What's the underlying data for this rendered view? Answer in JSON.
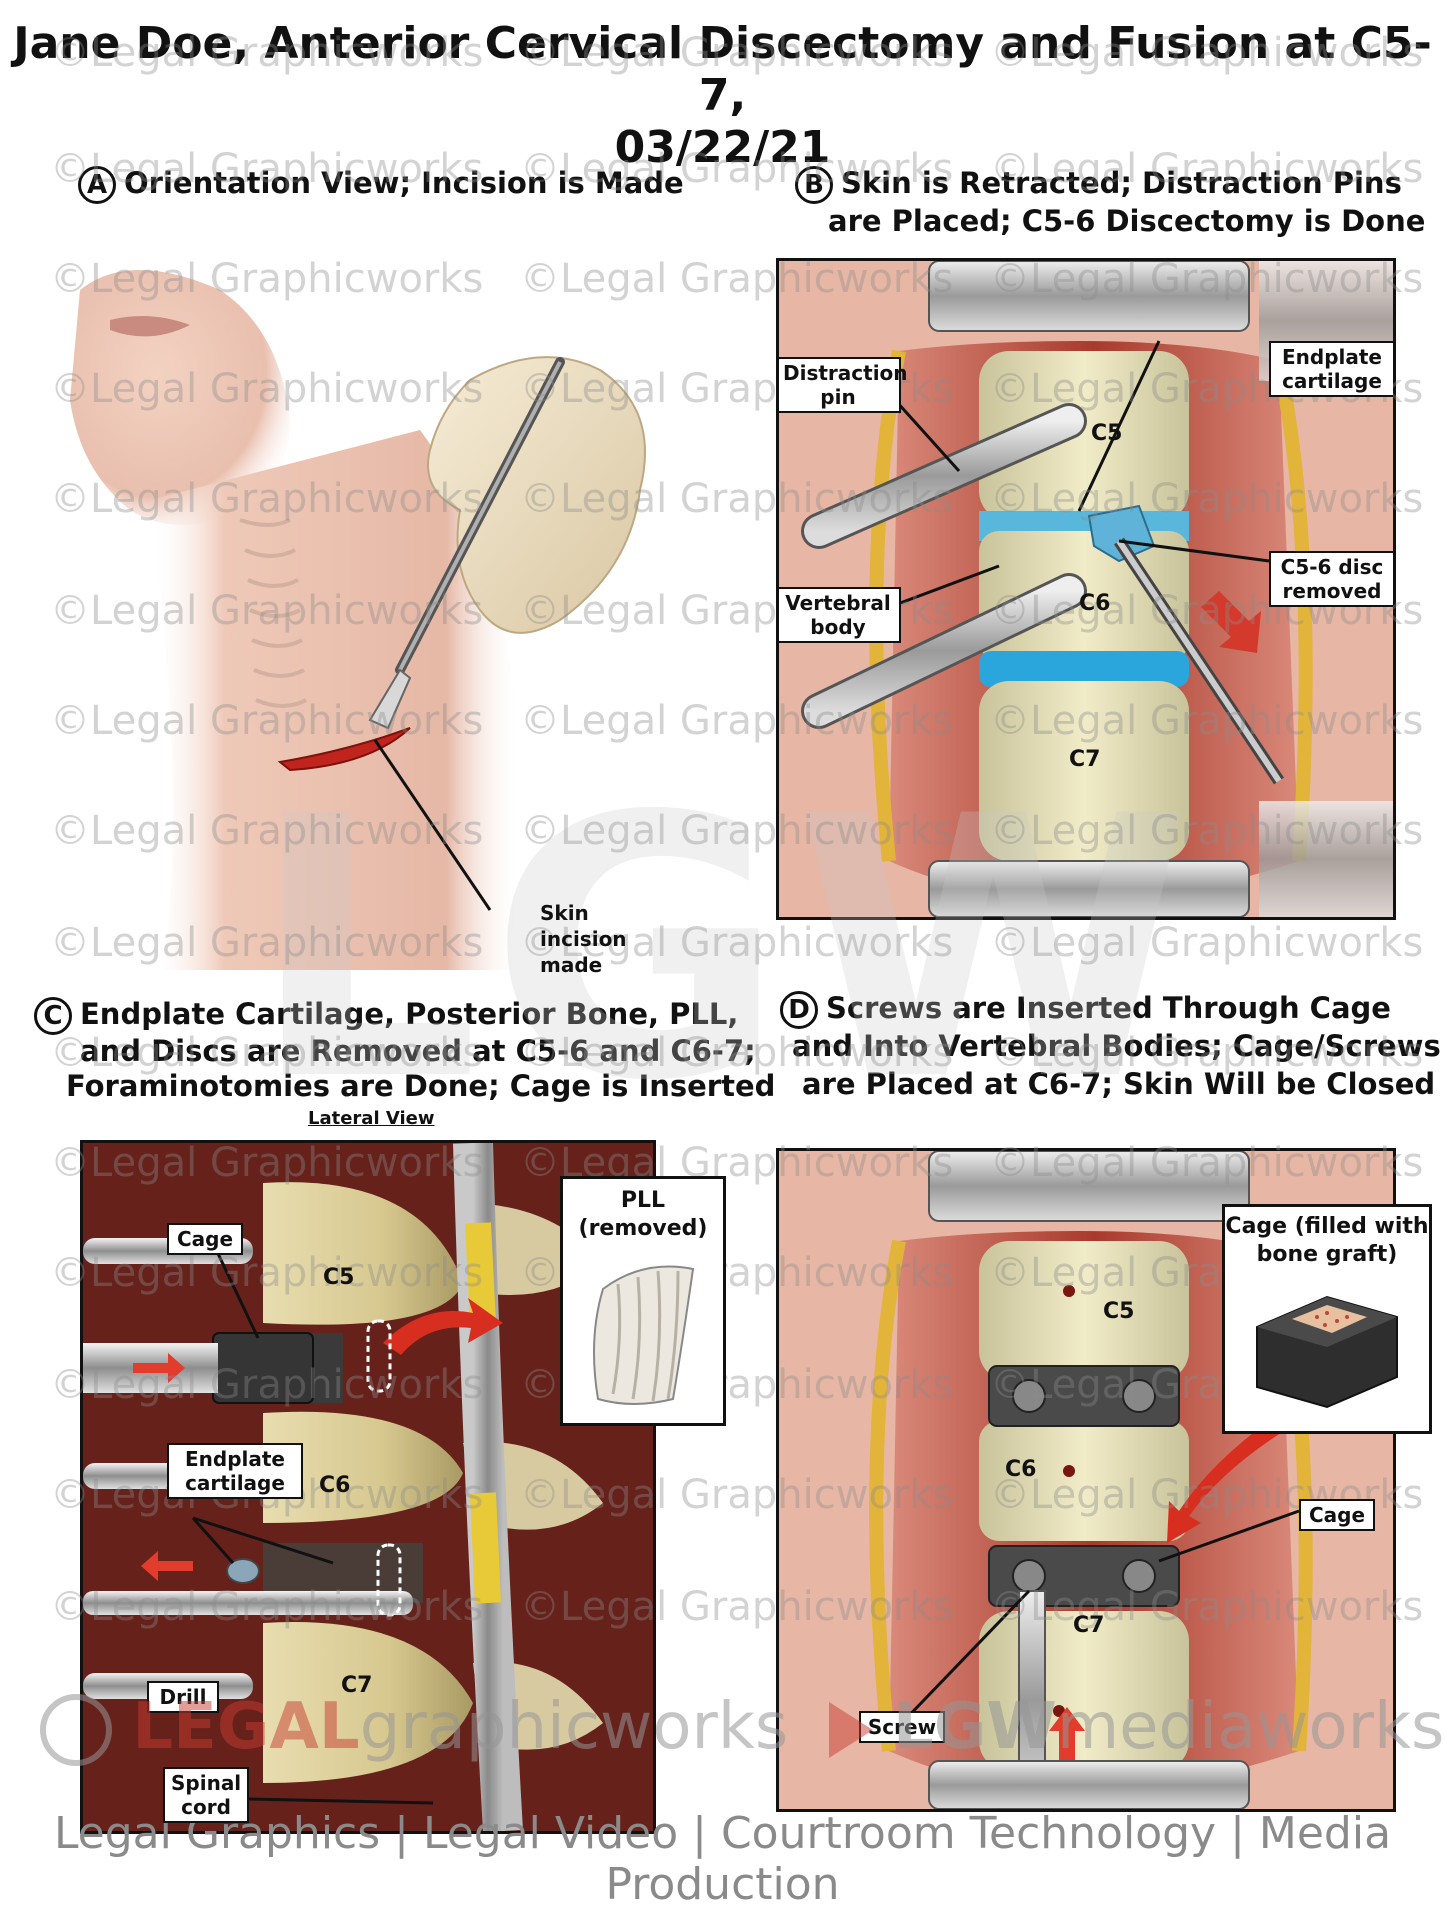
{
  "title": {
    "line1": "Jane Doe, Anterior Cervical Discectomy and Fusion at C5-7,",
    "line2": "03/22/21"
  },
  "watermark": "©Legal Graphicworks",
  "big_mark": "LGW",
  "sections": {
    "a": {
      "letter": "A",
      "title": "Orientation View; Incision is Made",
      "labels": {
        "skin_incision": "Skin incision made"
      }
    },
    "b": {
      "letter": "B",
      "title_line1": "Skin is Retracted; Distraction Pins",
      "title_line2": "are Placed; C5-6 Discectomy is Done",
      "labels": {
        "distraction_pin": "Distraction pin",
        "endplate_cartilage": "Endplate cartilage",
        "c56_disc": "C5-6 disc removed",
        "vertebral_body": "Vertebral body",
        "c5": "C5",
        "c6": "C6",
        "c7": "C7"
      }
    },
    "c": {
      "letter": "C",
      "title_line1": "Endplate Cartilage, Posterior Bone, PLL,",
      "title_line2": "and Discs are Removed at C5-6 and C6-7;",
      "title_line3": "Foraminotomies are Done; Cage is Inserted",
      "sub": "Lateral View",
      "labels": {
        "cage": "Cage",
        "pll": "PLL (removed)",
        "endplate_cartilage": "Endplate cartilage",
        "drill": "Drill",
        "spinal_cord": "Spinal cord",
        "c5": "C5",
        "c6": "C6",
        "c7": "C7"
      }
    },
    "d": {
      "letter": "D",
      "title_line1": "Screws are Inserted Through Cage",
      "title_line2": "and Into Vertebral Bodies; Cage/Screws",
      "title_line3": "are Placed at C6-7; Skin Will be Closed",
      "labels": {
        "cage_filled": "Cage (filled with bone graft)",
        "cage": "Cage",
        "screw": "Screw",
        "c5": "C5",
        "c6": "C6",
        "c7": "C7"
      }
    }
  },
  "logo": {
    "legal": "LEGAL",
    "graphicworks": "graphicworks",
    "lgw": "LGW",
    "mediaworks": "mediaworks"
  },
  "footer": "Legal Graphics | Legal Video | Courtroom Technology | Media Production"
}
